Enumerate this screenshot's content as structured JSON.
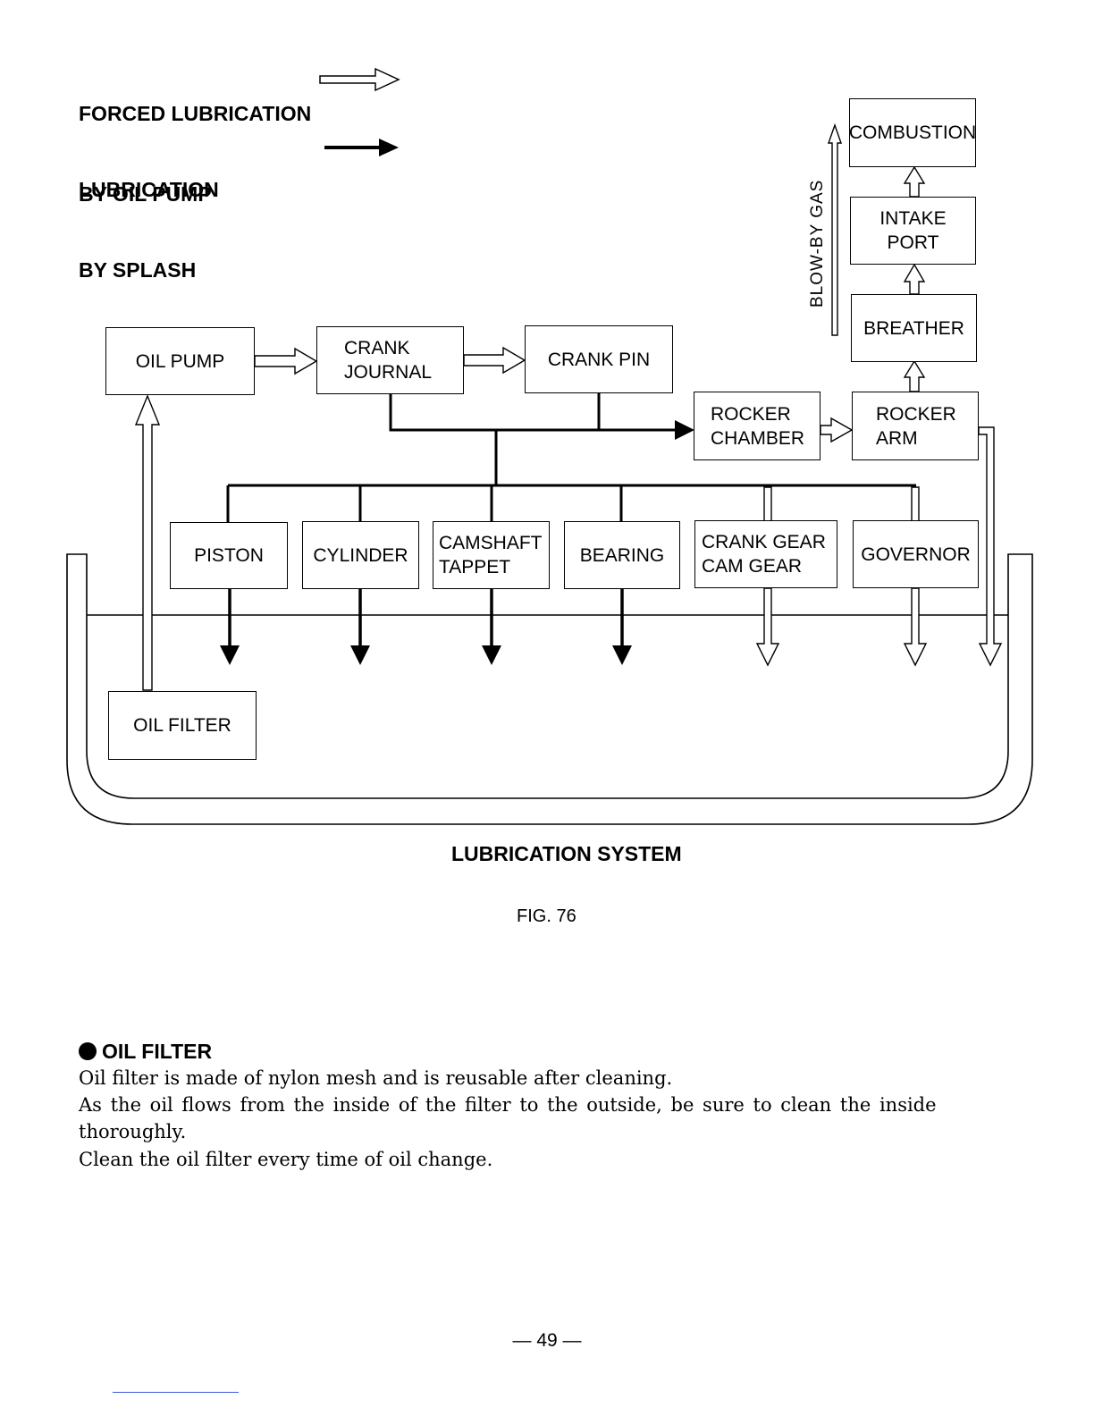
{
  "legend": {
    "forced_line1": "FORCED LUBRICATION",
    "forced_line2": "BY OIL PUMP",
    "splash_line1": "LUBRICATION",
    "splash_line2": "BY SPLASH"
  },
  "diagram": {
    "oil_pump": "OIL PUMP",
    "crank_journal": "CRANK\nJOURNAL",
    "crank_pin": "CRANK PIN",
    "rocker_chamber": "ROCKER\nCHAMBER",
    "rocker_arm": "ROCKER\nARM",
    "breather": "BREATHER",
    "intake_port": "INTAKE\nPORT",
    "combustion": "COMBUSTION",
    "blow_by_gas": "BLOW-BY GAS",
    "piston": "PISTON",
    "cylinder": "CYLINDER",
    "camshaft_tappet": "CAMSHAFT\nTAPPET",
    "bearing": "BEARING",
    "crank_gear_cam_gear": "CRANK GEAR\nCAM GEAR",
    "governor": "GOVERNOR",
    "oil_filter": "OIL FILTER"
  },
  "caption": "LUBRICATION SYSTEM",
  "figure_label": "FIG. 76",
  "section": {
    "heading": "OIL FILTER",
    "line1": "Oil filter is made of nylon mesh and is reusable after cleaning.",
    "line2": "As the oil flows from the inside of the filter to the outside, be sure to clean the inside",
    "line3": "thoroughly.",
    "line4": "Clean the oil filter every time of oil change."
  },
  "page_number": "— 49 —"
}
